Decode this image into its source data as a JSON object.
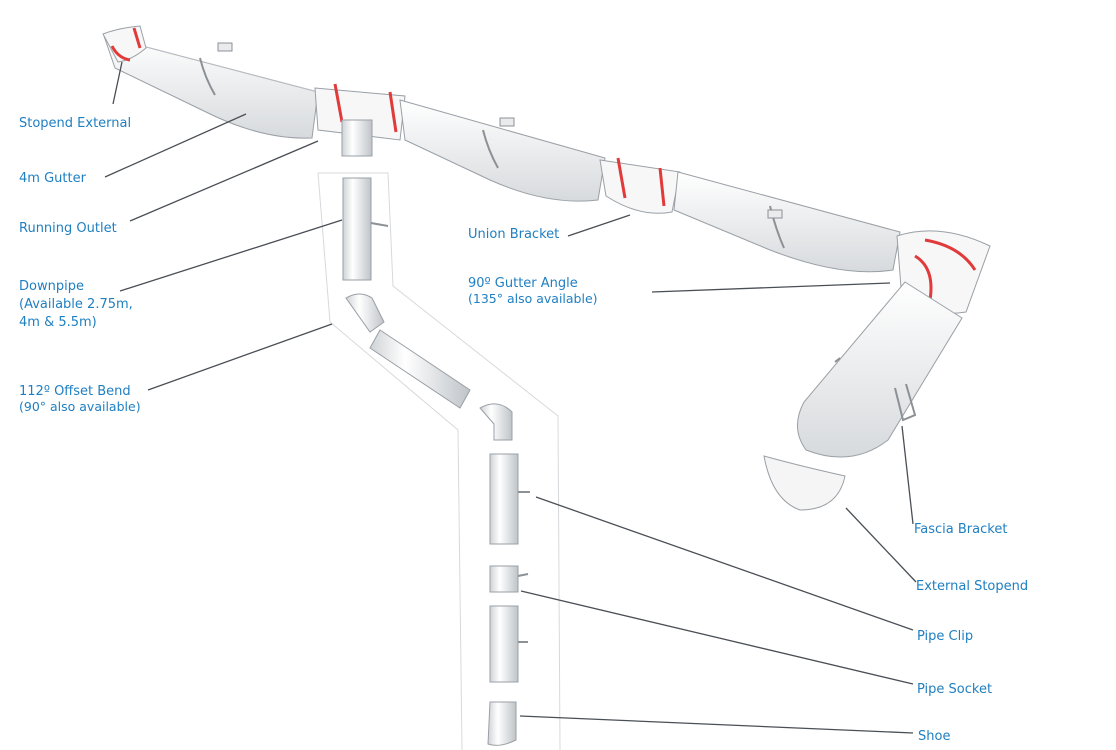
{
  "labels": {
    "stopend_external": "Stopend External",
    "gutter_4m": "4m Gutter",
    "running_outlet": "Running Outlet",
    "downpipe": {
      "line1": "Downpipe",
      "line2": "(Available 2.75m,",
      "line3": "4m & 5.5m)"
    },
    "offset_bend": {
      "line1": "112º Offset Bend",
      "line2": "(90° also available)"
    },
    "union_bracket": "Union Bracket",
    "gutter_angle": {
      "line1": "90º Gutter Angle",
      "line2": "(135° also available)"
    },
    "fascia_bracket": "Fascia Bracket",
    "external_stopend": "External Stopend",
    "pipe_clip": "Pipe Clip",
    "pipe_socket": "Pipe Socket",
    "shoe": "Shoe"
  },
  "colors": {
    "label": "#1f7fc1",
    "leader": "#4a4f55",
    "part_fill": "#f4f4f4",
    "part_stroke": "#9aa0a6",
    "seal": "#e03a3a"
  }
}
